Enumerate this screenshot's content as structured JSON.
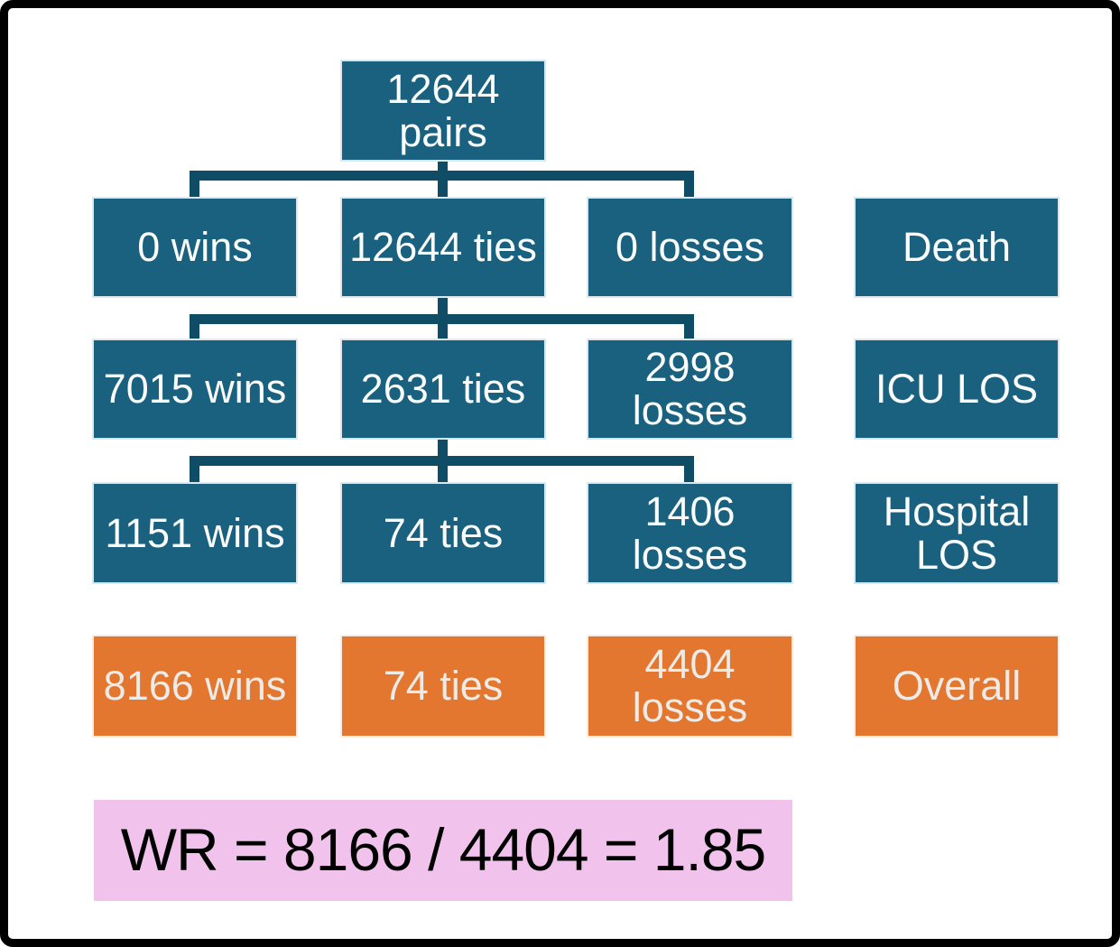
{
  "diagram": {
    "title_semantics": "Win ratio calculation flow diagram",
    "root": {
      "lines": [
        "12644",
        "pairs"
      ]
    },
    "rows": [
      {
        "wins": {
          "lines": [
            "0 wins"
          ]
        },
        "ties": {
          "lines": [
            "12644 ties"
          ]
        },
        "losses": {
          "lines": [
            "0 losses"
          ]
        },
        "outcome": {
          "lines": [
            "Death"
          ]
        }
      },
      {
        "wins": {
          "lines": [
            "7015 wins"
          ]
        },
        "ties": {
          "lines": [
            "2631 ties"
          ]
        },
        "losses": {
          "lines": [
            "2998",
            "losses"
          ]
        },
        "outcome": {
          "lines": [
            "ICU LOS"
          ]
        }
      },
      {
        "wins": {
          "lines": [
            "1151 wins"
          ]
        },
        "ties": {
          "lines": [
            "74 ties"
          ]
        },
        "losses": {
          "lines": [
            "1406",
            "losses"
          ]
        },
        "outcome": {
          "lines": [
            "Hospital",
            "LOS"
          ]
        }
      }
    ],
    "totals": {
      "wins": {
        "lines": [
          "8166 wins"
        ]
      },
      "ties": {
        "lines": [
          "74 ties"
        ]
      },
      "losses": {
        "lines": [
          "4404",
          "losses"
        ]
      },
      "outcome": {
        "lines": [
          "Overall"
        ]
      }
    },
    "formula": {
      "text": "WR = 8166 / 4404 = 1.85"
    },
    "colors": {
      "step_box": "#1A617F",
      "connector": "#0F4C66",
      "total_box": "#E3772F",
      "formula_box": "#F1C3EC",
      "step_text": "#FBFCFC",
      "total_text": "#EDEBE8",
      "formula_text": "#000000",
      "frame_border": "#000000"
    }
  }
}
